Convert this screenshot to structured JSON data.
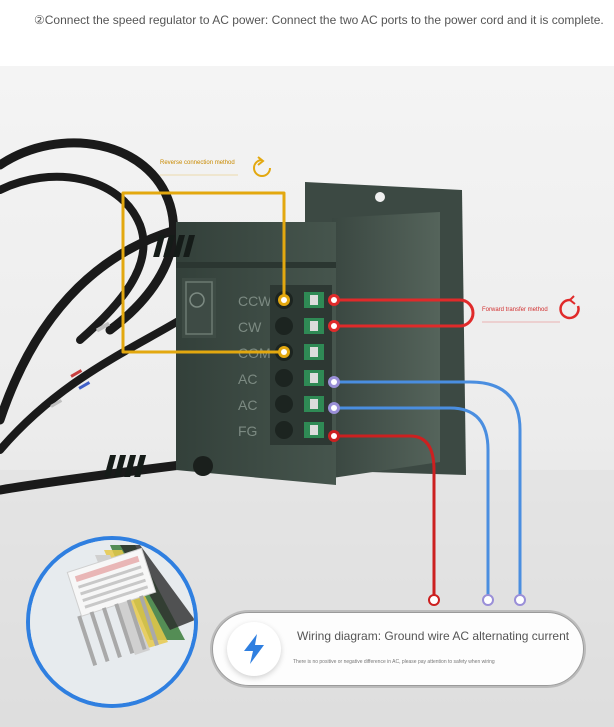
{
  "header": {
    "instruction": "②Connect the speed regulator to AC power: Connect the two AC ports to the power cord and it is complete."
  },
  "annotations": {
    "reverse_label": "Reverse connection method",
    "forward_label": "Forward transfer method"
  },
  "terminal": {
    "labels": [
      "CCW",
      "CW",
      "COM",
      "AC",
      "AC",
      "FG"
    ]
  },
  "info_card": {
    "title": "Wiring diagram: Ground wire AC alternating current",
    "subtitle": "There is no positive or negative difference in AC, please pay attention to safety when wiring",
    "icon": "lightning-bolt-icon"
  },
  "colors": {
    "reverse": "#e3a80f",
    "forward": "#e02a2a",
    "ac": "#4a8ee0",
    "ground": "#cc2020",
    "accent_blue": "#2f7fe0"
  }
}
